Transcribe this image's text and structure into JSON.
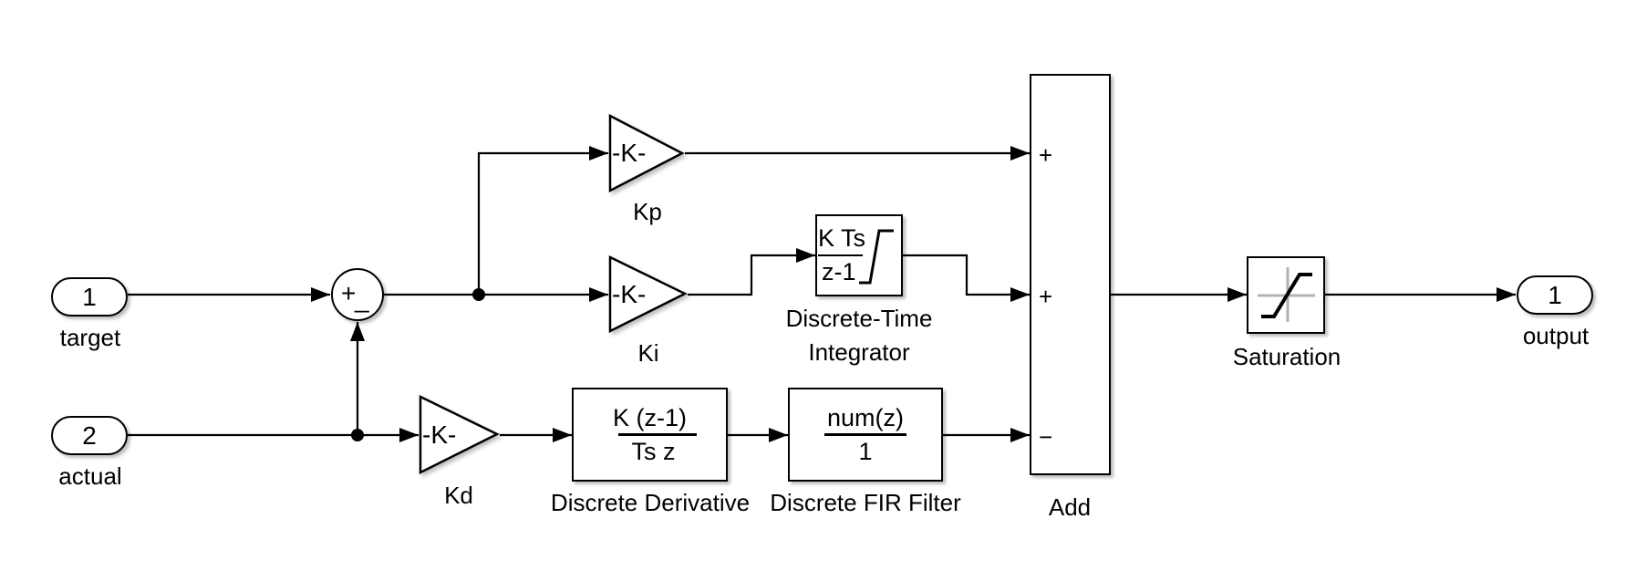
{
  "colors": {
    "stroke": "#000000",
    "background": "#ffffff",
    "saturation_axis": "#b3b3b3"
  },
  "ports": {
    "target": {
      "number": "1",
      "label": "target"
    },
    "actual": {
      "number": "2",
      "label": "actual"
    },
    "output": {
      "number": "1",
      "label": "output"
    }
  },
  "sum": {
    "plus": "+",
    "minus": "_"
  },
  "gains": {
    "kp": {
      "display": "-K-",
      "label": "Kp"
    },
    "ki": {
      "display": "-K-",
      "label": "Ki"
    },
    "kd": {
      "display": "-K-",
      "label": "Kd"
    }
  },
  "integrator": {
    "numerator": "K Ts",
    "denominator": "z-1",
    "label_line1": "Discrete-Time",
    "label_line2": "Integrator"
  },
  "derivative": {
    "numerator": "K (z-1)",
    "denominator": "Ts z",
    "label": "Discrete Derivative"
  },
  "fir": {
    "numerator": "num(z)",
    "denominator": "1",
    "label": "Discrete FIR Filter"
  },
  "add": {
    "inputs": [
      "+",
      "+",
      "−"
    ],
    "label": "Add"
  },
  "saturation": {
    "label": "Saturation"
  }
}
